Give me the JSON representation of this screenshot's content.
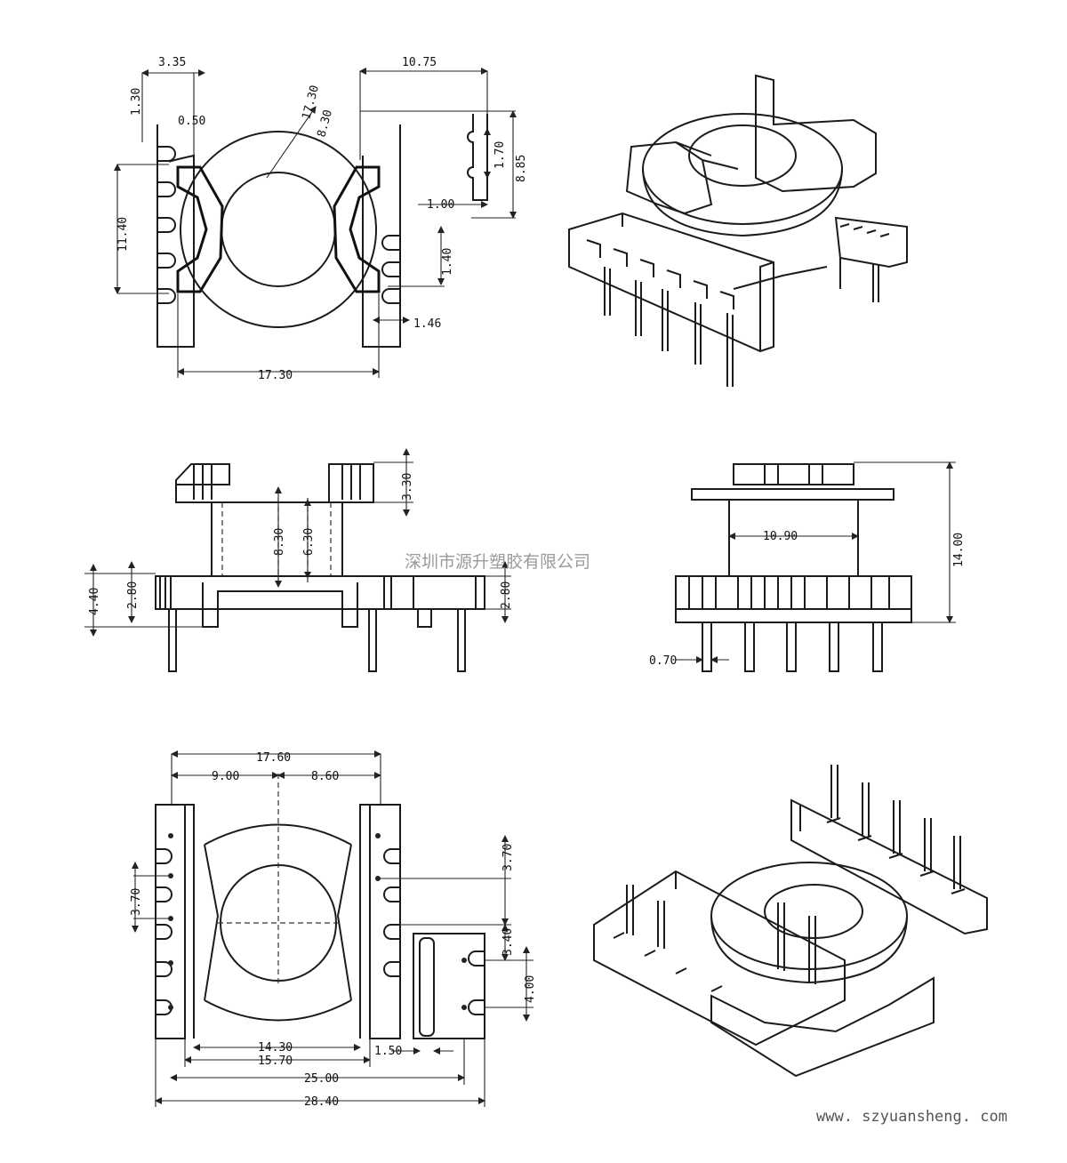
{
  "top_view": {
    "dims": [
      "3.35",
      "1.30",
      "0.50",
      "17.30",
      "8.30",
      "10.75",
      "1.70",
      "8.85",
      "1.00",
      "11.40",
      "1.40",
      "1.46",
      "17.30"
    ]
  },
  "side_view": {
    "dims": [
      "3.30",
      "8.30",
      "6.30",
      "4.40",
      "2.80",
      "2.80"
    ]
  },
  "front_view": {
    "dims": [
      "14.00",
      "10.90",
      "0.70"
    ]
  },
  "bottom_view": {
    "dims": [
      "17.60",
      "9.00",
      "8.60",
      "3.70",
      "3.70",
      "3.40",
      "4.00",
      "14.30",
      "15.70",
      "1.50",
      "25.00",
      "28.40"
    ]
  },
  "watermark": "深圳市源升塑胶有限公司",
  "website": "www. szyuansheng. com"
}
